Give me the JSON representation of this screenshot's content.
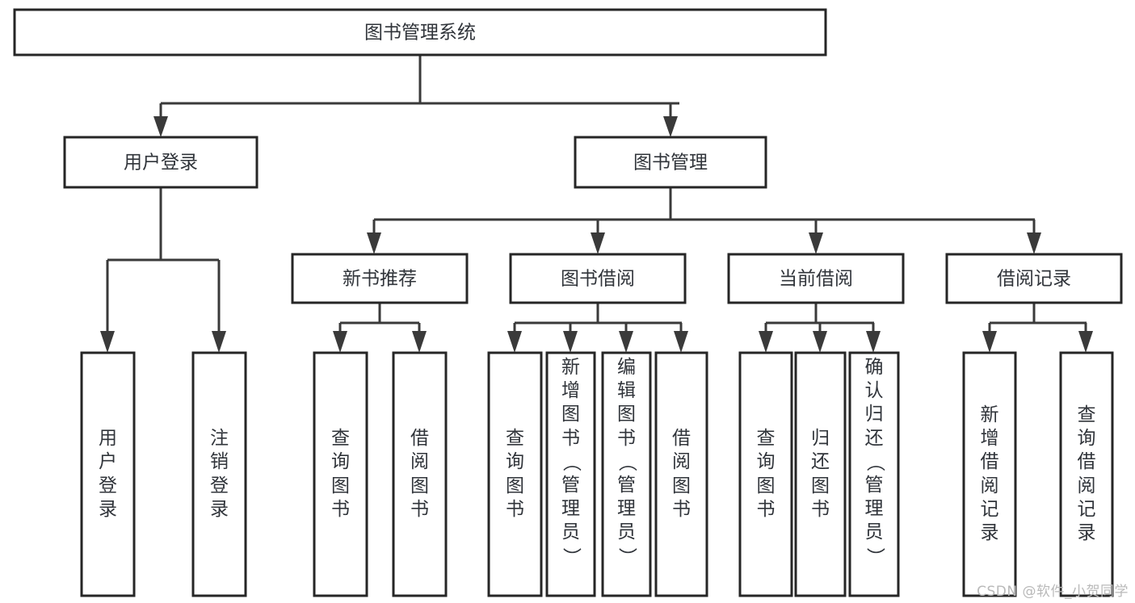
{
  "diagram": {
    "title": "图书管理系统",
    "type": "tree-hierarchy",
    "watermark": "CSDN @软件_小贺同学",
    "colors": {
      "box_stroke": "#262626",
      "connector": "#3a3a3a",
      "text": "#30343a",
      "background": "#ffffff",
      "watermark": "#b9b9b9"
    },
    "levels": {
      "root": {
        "label": "图书管理系统"
      },
      "level2": [
        {
          "id": "user-login",
          "label": "用户登录"
        },
        {
          "id": "book-manage",
          "label": "图书管理"
        }
      ],
      "level3": [
        {
          "id": "new-book-recommend",
          "label": "新书推荐"
        },
        {
          "id": "book-borrow",
          "label": "图书借阅"
        },
        {
          "id": "current-borrow",
          "label": "当前借阅"
        },
        {
          "id": "borrow-record",
          "label": "借阅记录"
        }
      ],
      "leaves": [
        {
          "id": "leaf-user-login",
          "label": "用户登录",
          "parent": "user-login"
        },
        {
          "id": "leaf-logout",
          "label": "注销登录",
          "parent": "user-login"
        },
        {
          "id": "leaf-query-book-1",
          "label": "查询图书",
          "parent": "new-book-recommend"
        },
        {
          "id": "leaf-borrow-book-1",
          "label": "借阅图书",
          "parent": "new-book-recommend"
        },
        {
          "id": "leaf-query-book-2",
          "label": "查询图书",
          "parent": "book-borrow"
        },
        {
          "id": "leaf-add-book",
          "label": "新增图书（管理员）",
          "parent": "book-borrow"
        },
        {
          "id": "leaf-edit-book",
          "label": "编辑图书（管理员）",
          "parent": "book-borrow"
        },
        {
          "id": "leaf-borrow-book-2",
          "label": "借阅图书",
          "parent": "book-borrow"
        },
        {
          "id": "leaf-query-book-3",
          "label": "查询图书",
          "parent": "current-borrow"
        },
        {
          "id": "leaf-return-book",
          "label": "归还图书",
          "parent": "current-borrow"
        },
        {
          "id": "leaf-confirm-return",
          "label": "确认归还（管理员）",
          "parent": "current-borrow"
        },
        {
          "id": "leaf-add-record",
          "label": "新增借阅记录",
          "parent": "borrow-record"
        },
        {
          "id": "leaf-query-record",
          "label": "查询借阅记录",
          "parent": "borrow-record"
        }
      ]
    }
  }
}
